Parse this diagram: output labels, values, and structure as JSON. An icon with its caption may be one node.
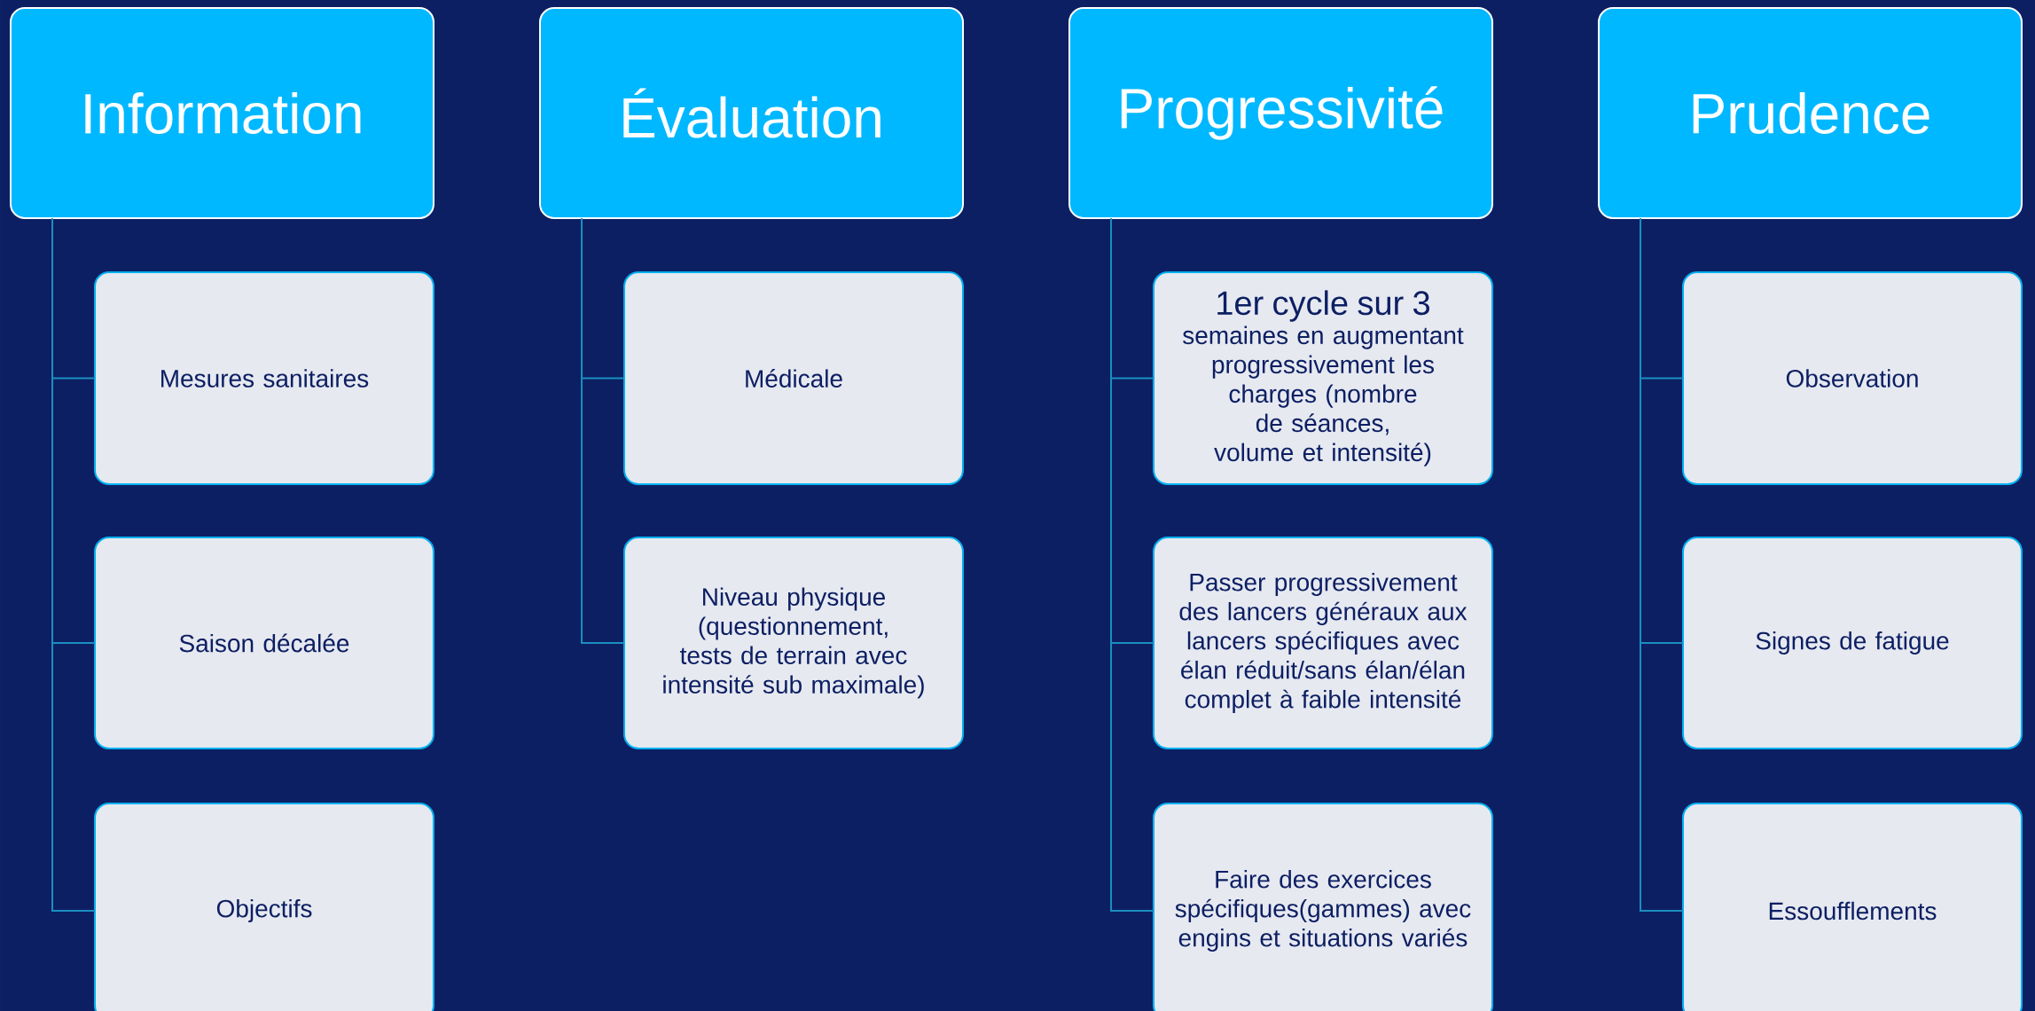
{
  "diagram": {
    "nodes": [
      {
        "text": [
          "Information"
        ]
      },
      {
        "text": [
          "Mesures sanitaires"
        ]
      },
      {
        "text": [
          "Saison décalée"
        ]
      },
      {
        "text": [
          "Objectifs"
        ]
      },
      {
        "text": [
          "Évaluation"
        ]
      },
      {
        "text": [
          "Médicale"
        ]
      },
      {
        "text": [
          "Niveau physique (questionnement, tests de terrain avec intensité sub maximale)"
        ]
      },
      {
        "text": [
          "Progressivité"
        ]
      },
      {
        "text": [
          "1er cycle sur 3",
          "semaines en augmentant progressivement les charges (nombre de séances, volume et intensité)"
        ]
      },
      {
        "text": [
          "Passer progressivement des lancers généraux aux lancers spécifiques avec élan réduit/sans élan/élan complet à faible intensité"
        ]
      },
      {
        "text": [
          "Faire des exercices spécifiques(gammes) avec engins et situations variés"
        ]
      },
      {
        "text": [
          "Prudence"
        ]
      },
      {
        "text": [
          "Observation"
        ]
      },
      {
        "text": [
          "Signes de fatigue"
        ]
      },
      {
        "text": [
          "Essoufflements"
        ]
      }
    ],
    "edges": [
      {
        "from": 0,
        "to": 1,
        "arrow": "none"
      },
      {
        "from": 0,
        "to": 2,
        "arrow": "none"
      },
      {
        "from": 0,
        "to": 3,
        "arrow": "none"
      },
      {
        "from": 4,
        "to": 5,
        "arrow": "none"
      },
      {
        "from": 4,
        "to": 6,
        "arrow": "none"
      },
      {
        "from": 7,
        "to": 8,
        "arrow": "none"
      },
      {
        "from": 7,
        "to": 9,
        "arrow": "none"
      },
      {
        "from": 7,
        "to": 10,
        "arrow": "none"
      },
      {
        "from": 11,
        "to": 12,
        "arrow": "none"
      },
      {
        "from": 11,
        "to": 13,
        "arrow": "none"
      },
      {
        "from": 11,
        "to": 14,
        "arrow": "none"
      }
    ]
  }
}
